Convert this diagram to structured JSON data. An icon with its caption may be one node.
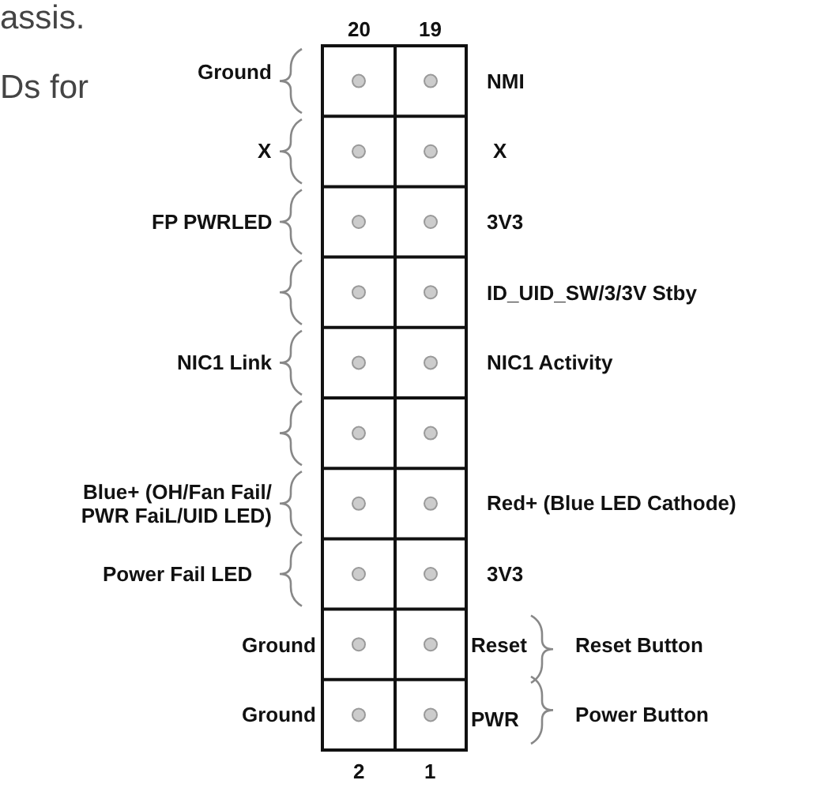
{
  "diagram": {
    "labels": [
      "assis.",
      "20",
      "19",
      "Ds for",
      "Ground",
      "NMI",
      "X",
      "X",
      "FP PWRLED",
      "3V3",
      "ID_UID_SW/3/3V Stby",
      "NIC1 Link",
      "NIC1 Activity",
      "Blue+ (OH/Fan Fail/ PWR FaiL/UID LED)",
      "Red+ (Blue LED Cathode)",
      "Power Fail LED",
      "3V3",
      "Ground",
      "Reset",
      "Reset Button",
      "Ground",
      "PWR",
      "Power Button",
      "2",
      "1"
    ]
  }
}
